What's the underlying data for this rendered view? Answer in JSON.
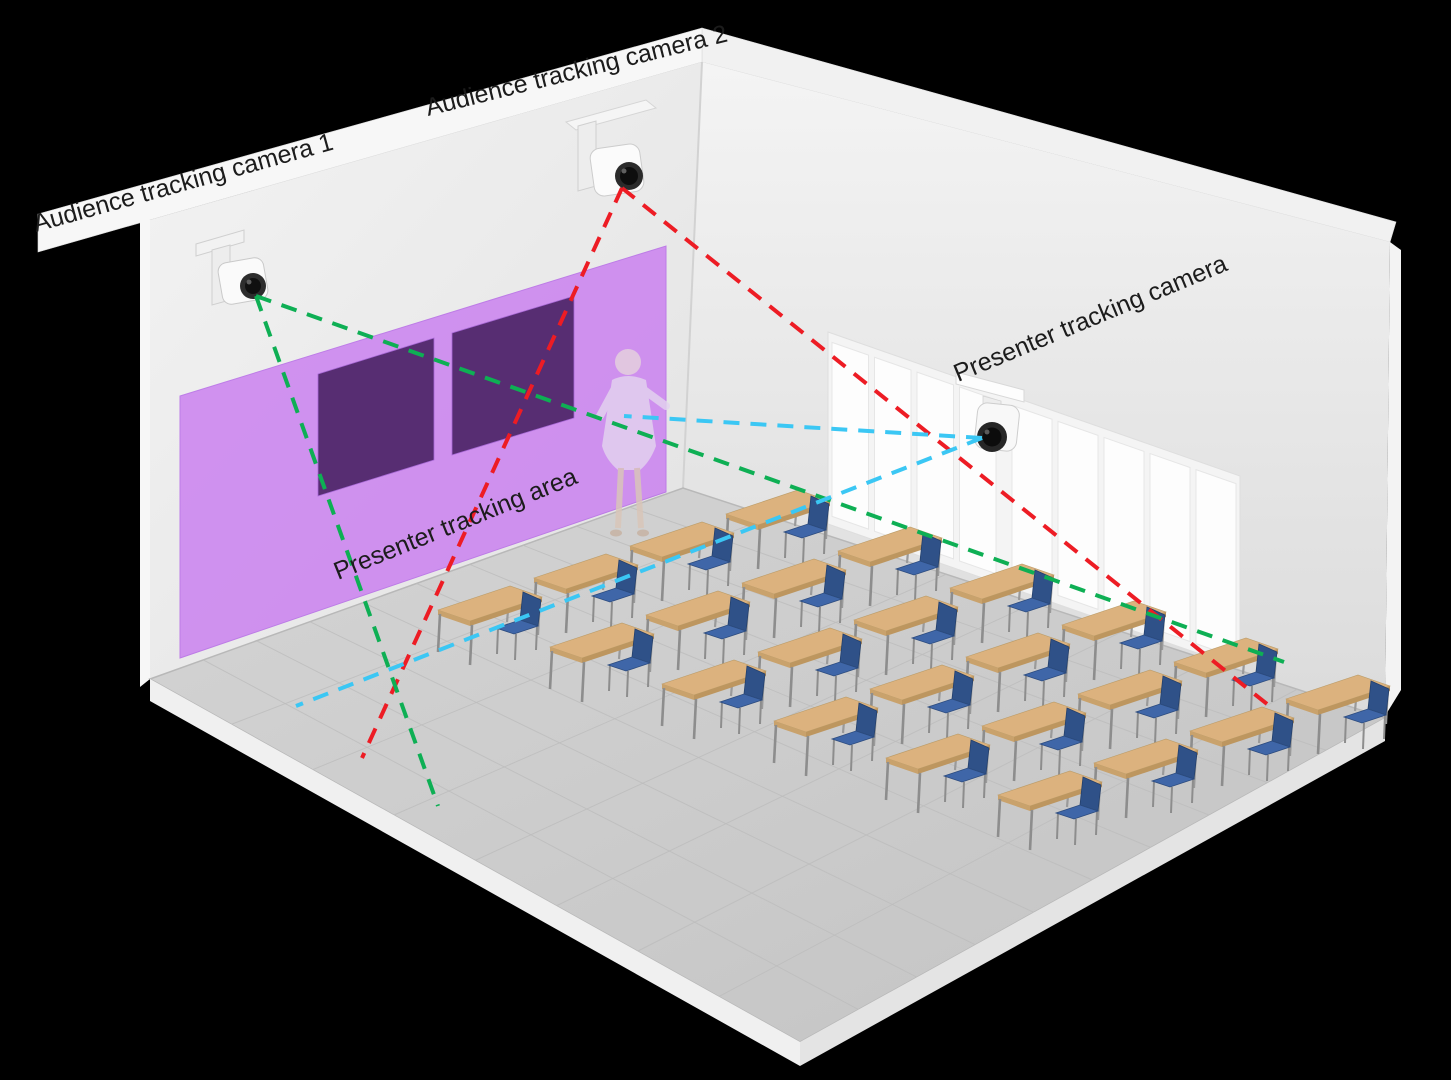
{
  "scene": {
    "labels": {
      "audience_camera_1": "Audience tracking camera 1",
      "audience_camera_2": "Audience tracking camera 2",
      "presenter_camera": "Presenter tracking camera",
      "presenter_area": "Presenter tracking area"
    },
    "cameras": [
      {
        "id": "audience-1",
        "label": "Audience tracking camera 1",
        "mount": "left wall beam",
        "line_color": "#0EAF54"
      },
      {
        "id": "audience-2",
        "label": "Audience tracking camera 2",
        "mount": "ceiling back corner",
        "line_color": "#ED1C24"
      },
      {
        "id": "presenter",
        "label": "Presenter tracking camera",
        "mount": "window wall",
        "line_color": "#3BC7F4"
      }
    ],
    "tracking_lines": [
      {
        "camera": "Audience tracking camera 1",
        "color": "#0EAF54",
        "style": "dashed"
      },
      {
        "camera": "Audience tracking camera 2",
        "color": "#ED1C24",
        "style": "dashed"
      },
      {
        "camera": "Presenter tracking camera",
        "color": "#3BC7F4",
        "style": "dashed"
      }
    ],
    "colors": {
      "background": "#000000",
      "presenter_area": "#C97BF0",
      "audience1_line": "#0EAF54",
      "audience2_line": "#ED1C24",
      "presenter_line": "#3BC7F4",
      "label_text": "#1C1C1C",
      "floor": "#CCCCCC",
      "wall": "#ECECEC",
      "desk_top": "#DCB27E",
      "chair": "#3F66A8"
    },
    "furniture": {
      "desk_rows": 6,
      "desks_per_row": 4,
      "desk_count": 24,
      "screen_count": 2
    }
  }
}
